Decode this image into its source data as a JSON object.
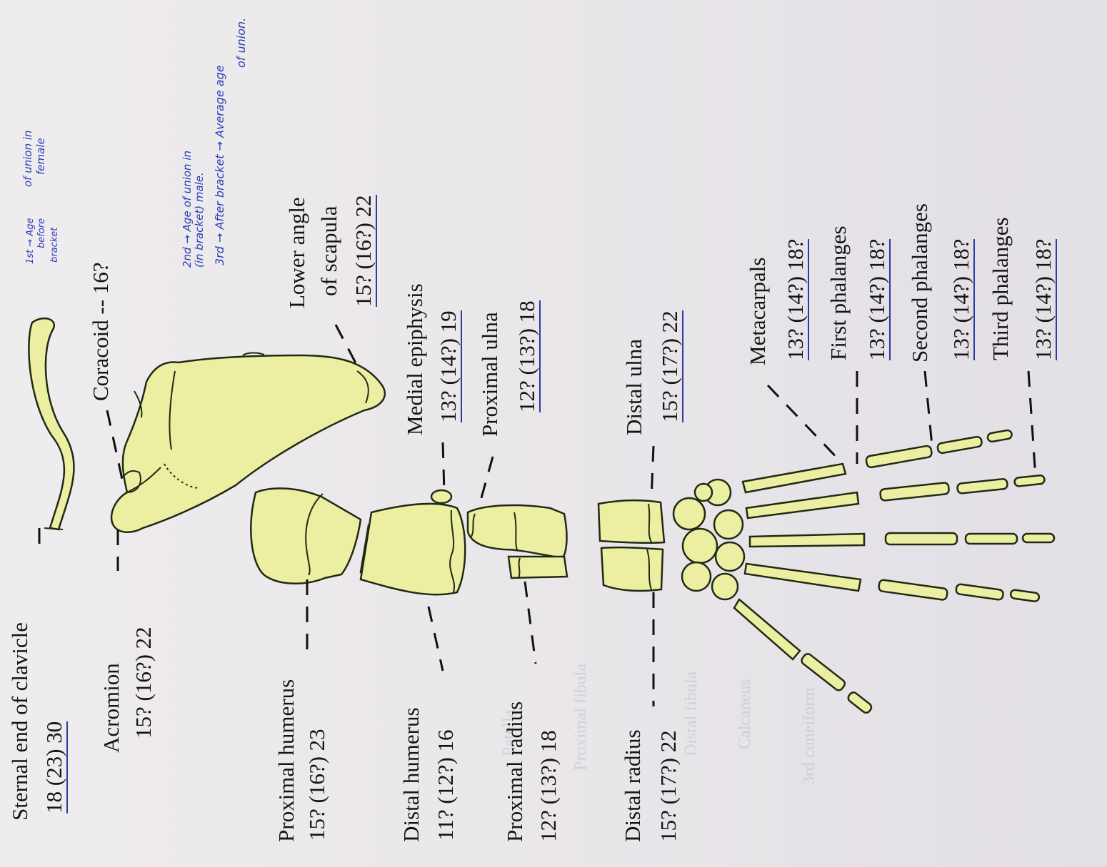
{
  "labels": {
    "sternal_clavicle": {
      "name": "Sternal end of clavicle",
      "age": "18 (23) 30"
    },
    "acromion": {
      "name": "Acromion",
      "age": "15? (16?) 22"
    },
    "coracoid": {
      "name": "Coracoid -- 16?"
    },
    "lower_angle_scapula": {
      "name_line1": "Lower angle",
      "name_line2": "of scapula",
      "age": "15? (16?) 22"
    },
    "proximal_humerus": {
      "name": "Proximal humerus",
      "age": "15? (16?) 23"
    },
    "medial_epiphysis": {
      "name": "Medial epiphysis",
      "age": "13? (14?) 19"
    },
    "distal_humerus": {
      "name": "Distal humerus",
      "age": "11? (12?) 16"
    },
    "proximal_ulna": {
      "name": "Proximal ulna",
      "age": "12? (13?) 18"
    },
    "proximal_radius": {
      "name": "Proximal radius",
      "age": "12? (13?) 18"
    },
    "distal_ulna": {
      "name": "Distal ulna",
      "age": "15? (17?) 22"
    },
    "distal_radius": {
      "name": "Distal radius",
      "age": "15? (17?) 22"
    },
    "metacarpals": {
      "name": "Metacarpals",
      "age": "13? (14?) 18?"
    },
    "first_phalanges": {
      "name": "First phalanges",
      "age": "13? (14?) 18?"
    },
    "second_phalanges": {
      "name": "Second phalanges",
      "age": "13? (14?) 18?"
    },
    "third_phalanges": {
      "name": "Third phalanges",
      "age": "13? (14?) 18?"
    }
  },
  "handwritten_notes": {
    "female_note": {
      "line1": "1st → Age",
      "line2": "before",
      "line3": "bracket",
      "line4": "of union in",
      "line5": "female"
    },
    "male_note": {
      "line1": "2nd → Age   of union in",
      "line2": "(in bracket)      male.",
      "line3": "3rd → After bracket → Average age",
      "line4": "of union."
    }
  },
  "colors": {
    "bone_fill": "#eceea1",
    "outline": "#1f2a14",
    "ink_blue": "#2a3fb8"
  }
}
